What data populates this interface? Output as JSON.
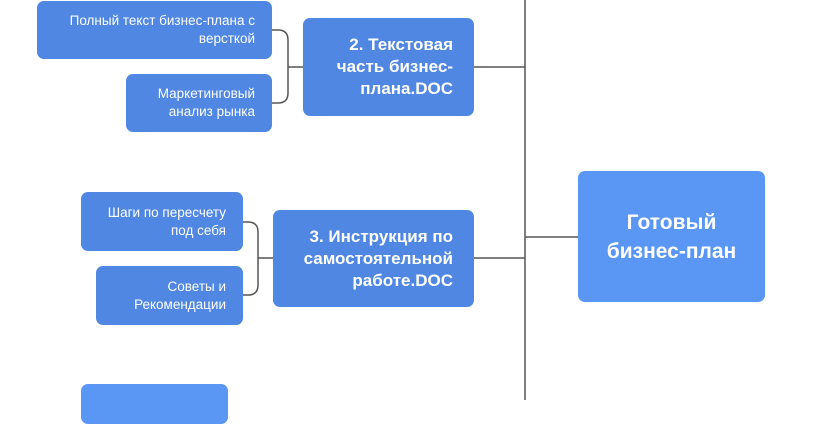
{
  "center": {
    "label": "Готовый бизнес-план"
  },
  "branches": [
    {
      "label": "2. Текстовая часть бизнес-плана.DOC",
      "children": [
        "Полный текст бизнес-плана с версткой",
        "Маркетинговый анализ рынка"
      ]
    },
    {
      "label": "3. Инструкция по самостоятельной работе.DOC",
      "children": [
        "Шаги по пересчету под себя",
        "Советы и Рекомендации"
      ]
    }
  ],
  "colors": {
    "node": "#4f87e2",
    "center": "#5a96f4",
    "line": "#555555"
  }
}
